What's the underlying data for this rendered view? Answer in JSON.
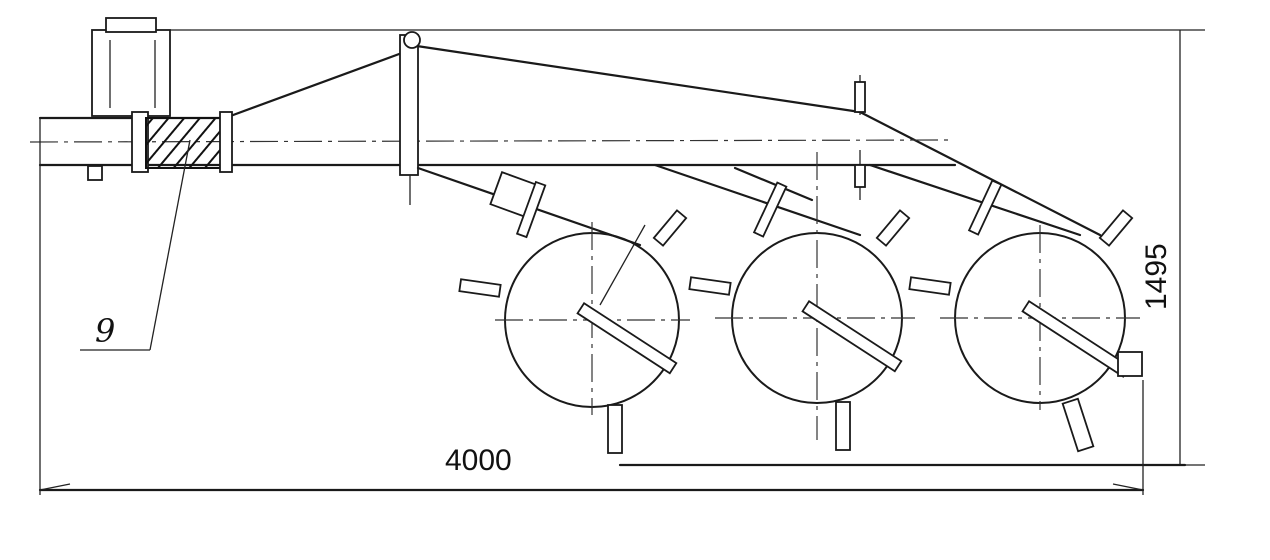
{
  "drawing": {
    "dimension_length": "4000",
    "dimension_height": "1495",
    "callout": "9"
  },
  "discs": [
    {
      "id": "disc-1"
    },
    {
      "id": "disc-2"
    },
    {
      "id": "disc-3"
    }
  ],
  "colors": {
    "line": "#1a1a1a",
    "paper": "#ffffff"
  }
}
